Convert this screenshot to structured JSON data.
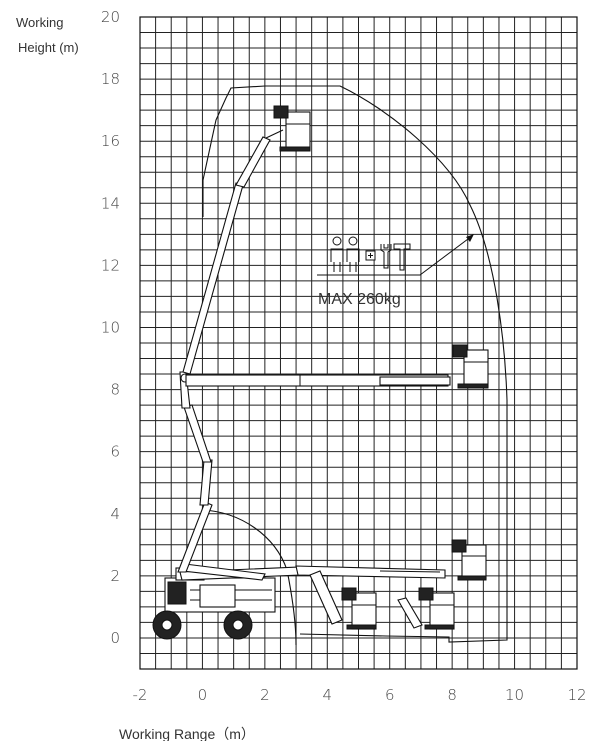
{
  "axes": {
    "y_label_line1": "Working",
    "y_label_line2": "Height (m)",
    "x_label": "Working Range（m）",
    "x_ticks": [
      "-2",
      "0",
      "2",
      "4",
      "6",
      "8",
      "10",
      "12"
    ],
    "y_ticks": [
      "0",
      "2",
      "4",
      "6",
      "8",
      "10",
      "12",
      "14",
      "16",
      "18",
      "20"
    ],
    "x_range": [
      -2,
      12
    ],
    "y_range": [
      -1,
      20
    ],
    "grid_step": 1
  },
  "capacity": {
    "label": "MAX 260kg",
    "icons": [
      "person-icon",
      "person-icon",
      "plus-icon",
      "wrench-icon",
      "hammer-icon"
    ]
  },
  "colors": {
    "line": "#111111",
    "text": "#333333",
    "background": "#ffffff"
  }
}
